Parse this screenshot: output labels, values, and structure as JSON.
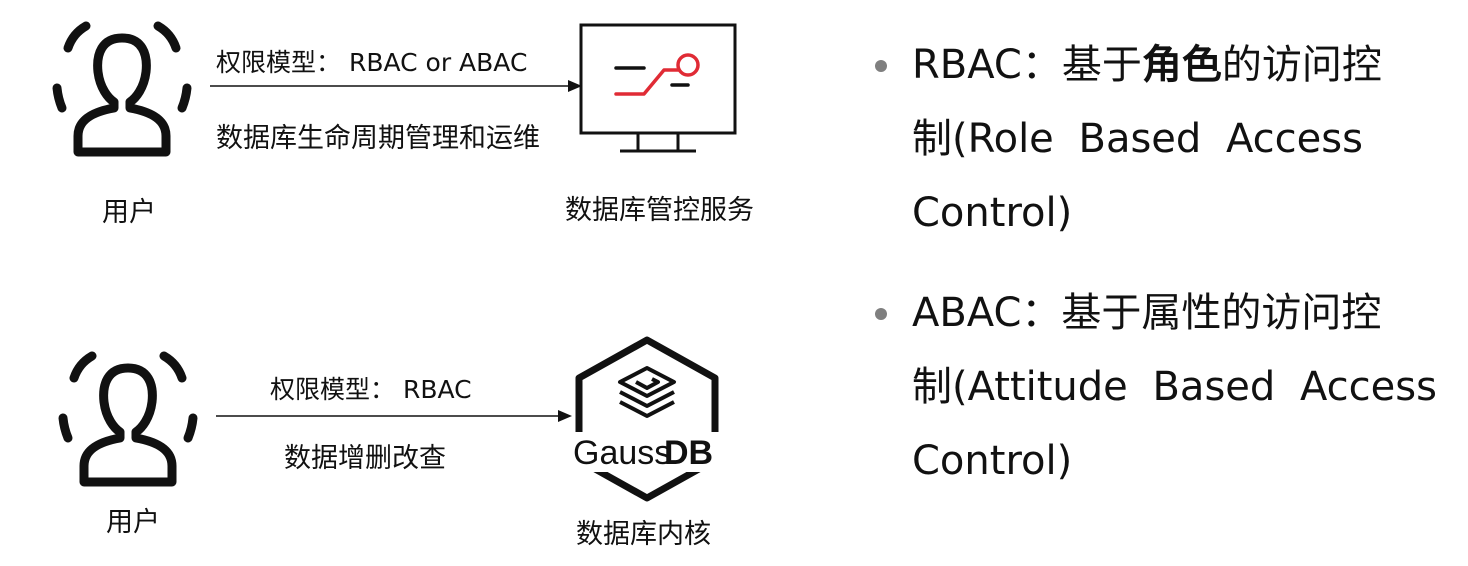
{
  "diagram_top": {
    "user_caption": "用户",
    "arrow_label": "权限模型：  RBAC or ABAC",
    "arrow_sublabel": "数据库生命周期管理和运维",
    "target_caption": "数据库管控服务"
  },
  "diagram_bottom": {
    "user_caption": "用户",
    "arrow_label": "权限模型：  RBAC",
    "arrow_sublabel": "数据增删改查",
    "target_caption": "数据库内核",
    "logo_text_light": "Gauss",
    "logo_text_bold": "DB"
  },
  "bullets": [
    {
      "prefix": "RBAC：基于",
      "emphasis": "角色",
      "suffix": "的访问控",
      "line2": "制(Role Based Access",
      "line3": "Control)"
    },
    {
      "line1": "ABAC：基于属性的访问控",
      "line2": "制(Attitude Based Access",
      "line3": "Control)"
    }
  ],
  "colors": {
    "accent_red": "#e02b35",
    "icon_dark": "#111111",
    "bullet_gray": "#7f7f7f"
  }
}
